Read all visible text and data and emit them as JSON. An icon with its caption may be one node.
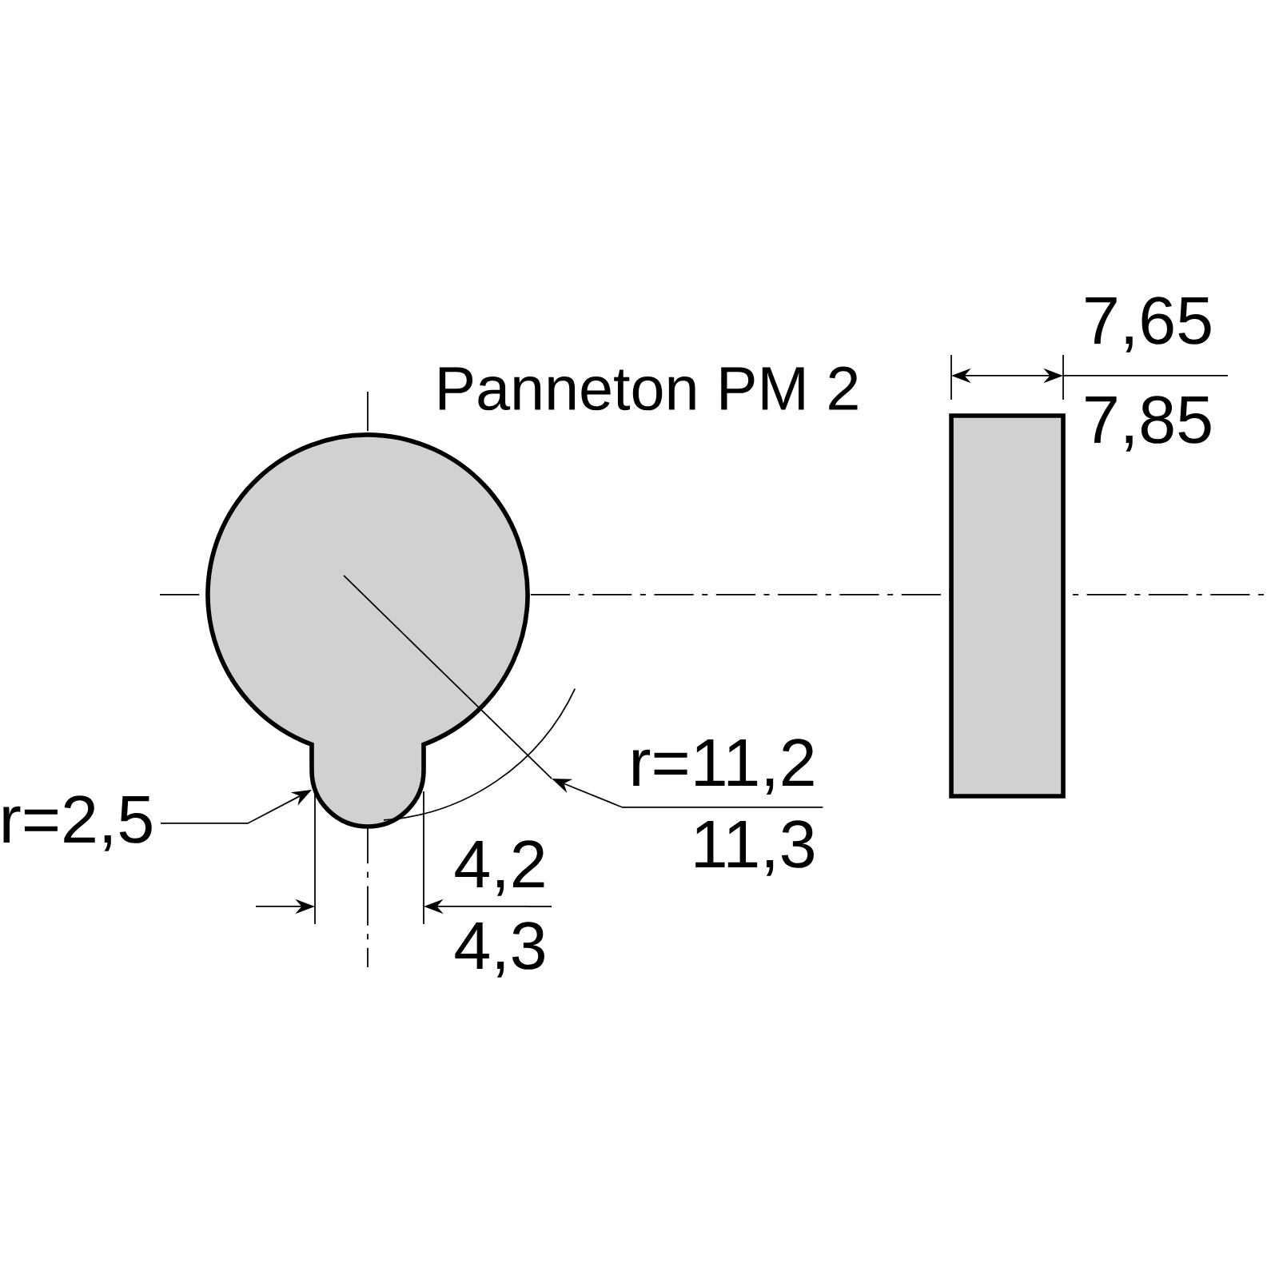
{
  "diagram": {
    "title": "Panneton PM 2",
    "nodes": [
      {
        "text": [
          "r=2,5"
        ]
      },
      {
        "text": [
          "r=11,2",
          "11,3"
        ]
      }
    ],
    "edges": [
      {
        "from": 0,
        "to": null,
        "arrow": "to"
      },
      {
        "from": 1,
        "to": null,
        "arrow": "to"
      }
    ],
    "labels": [
      "7,65",
      "7,85",
      "4,2",
      "4,3"
    ]
  }
}
